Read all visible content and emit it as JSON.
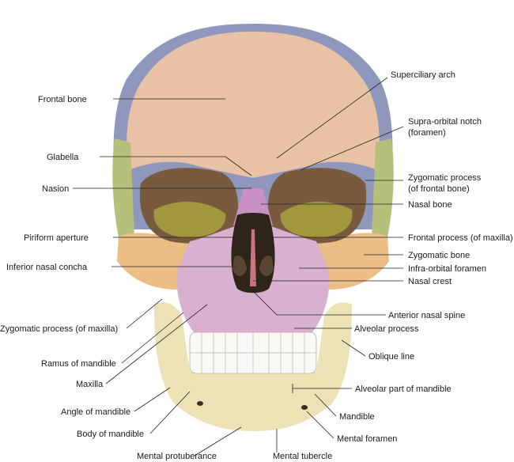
{
  "colors": {
    "frontal": "#e9c2a6",
    "parietal": "#8f97bd",
    "sphenoid": "#b6c07a",
    "maxilla": "#d9b0cf",
    "zygomatic": "#ecbe86",
    "mandible": "#ece2b6",
    "nasal": "#c890c5",
    "orbit_dark": "#7a5a3e",
    "ethmoid": "#a8a33e",
    "teeth": "#f8f8f6",
    "outline": "#5a4636"
  },
  "labels": {
    "left": {
      "frontal_bone": "Frontal bone",
      "glabella": "Glabella",
      "nasion": "Nasion",
      "piriform_aperture": "Piriform aperture",
      "inferior_nasal_concha": "Inferior nasal concha",
      "zygomatic_process_maxilla": "Zygomatic process (of maxilla)",
      "ramus_of_mandible": "Ramus of mandible",
      "maxilla": "Maxilla",
      "angle_of_mandible": "Angle of mandible",
      "body_of_mandible": "Body of mandible",
      "mental_protuberance": "Mental protuberance"
    },
    "right": {
      "superciliary_arch": "Superciliary arch",
      "supra_orbital_notch_1": "Supra-orbital notch",
      "supra_orbital_notch_2": "(foramen)",
      "zygomatic_process_frontal_1": "Zygomatic process",
      "zygomatic_process_frontal_2": "(of frontal bone)",
      "nasal_bone": "Nasal bone",
      "frontal_process_maxilla": "Frontal process (of maxilla)",
      "zygomatic_bone": "Zygomatic bone",
      "infra_orbital_foramen": "Infra-orbital foramen",
      "nasal_crest": "Nasal crest",
      "anterior_nasal_spine": "Anterior nasal spine",
      "alveolar_process": "Alveolar process",
      "oblique_line": "Oblique line",
      "alveolar_part_of_mandible": "Alveolar part of mandible",
      "mandible": "Mandible",
      "mental_foramen": "Mental foramen",
      "mental_tubercle": "Mental tubercle"
    }
  }
}
